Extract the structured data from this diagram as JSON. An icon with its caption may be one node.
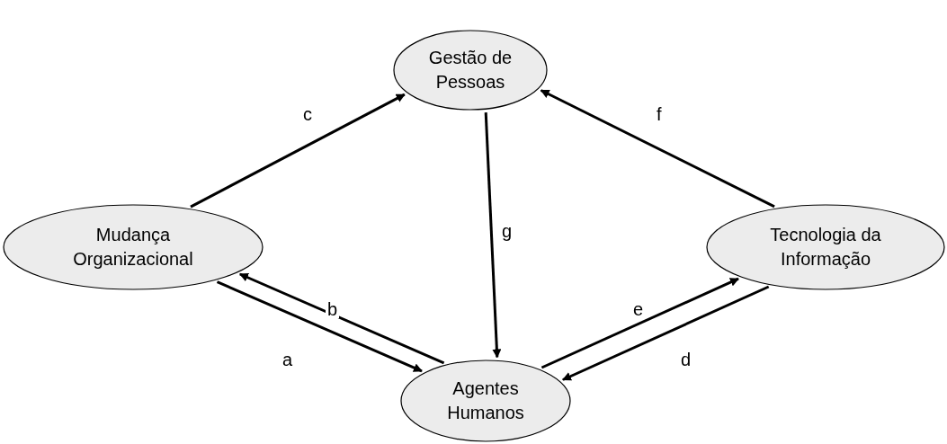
{
  "diagram": {
    "nodes": [
      {
        "text": [
          "Gestão de Pessoas"
        ]
      },
      {
        "text": [
          "Mudança Organizacional"
        ]
      },
      {
        "text": [
          "Tecnologia da Informação"
        ]
      },
      {
        "text": [
          "Agentes Humanos"
        ]
      }
    ],
    "edges": [
      {
        "from": 1,
        "to": 3,
        "arrow": "to",
        "label": "a"
      },
      {
        "from": 3,
        "to": 1,
        "arrow": "to",
        "label": "b"
      },
      {
        "from": 1,
        "to": 0,
        "arrow": "to",
        "label": "c"
      },
      {
        "from": 2,
        "to": 3,
        "arrow": "to",
        "label": "d"
      },
      {
        "from": 3,
        "to": 2,
        "arrow": "to",
        "label": "e"
      },
      {
        "from": 2,
        "to": 0,
        "arrow": "to",
        "label": "f"
      },
      {
        "from": 0,
        "to": 3,
        "arrow": "to",
        "label": "g"
      }
    ]
  }
}
